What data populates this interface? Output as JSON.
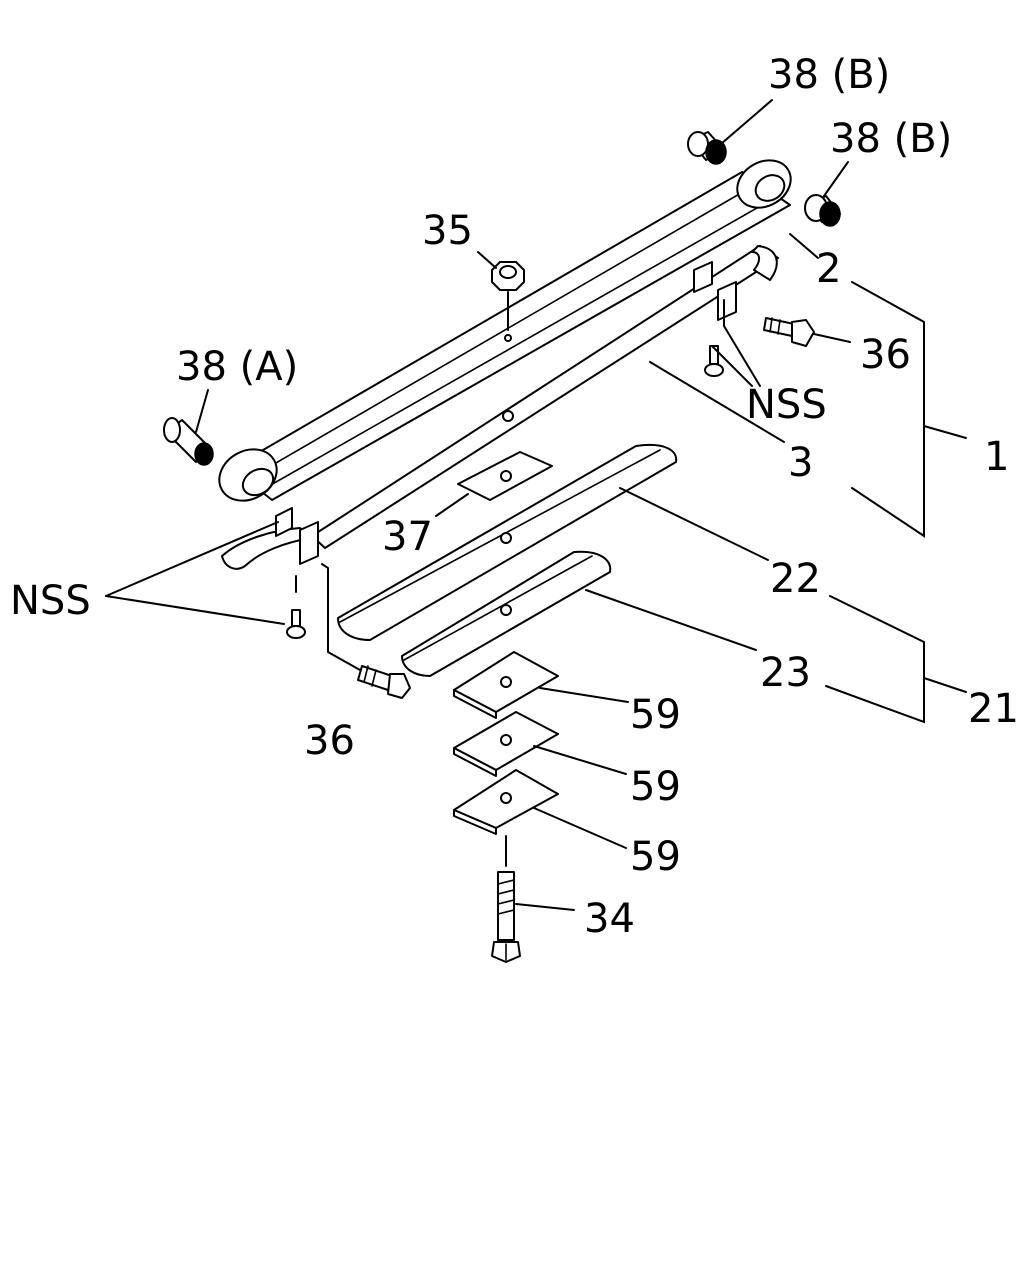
{
  "labels": {
    "bushing_b_upper": "38 (B)",
    "bushing_b_lower": "38 (B)",
    "nut": "35",
    "bushing_a": "38 (A)",
    "main_leaf": "2",
    "second_leaf": "3",
    "bolt_right": "36",
    "nss_right": "NSS",
    "assembly": "1",
    "pad": "37",
    "nss_left": "NSS",
    "leaf_22": "22",
    "leaf_23": "23",
    "helper_assembly": "21",
    "bolt_left": "36",
    "spacer_1": "59",
    "spacer_2": "59",
    "spacer_3": "59",
    "center_bolt": "34"
  }
}
